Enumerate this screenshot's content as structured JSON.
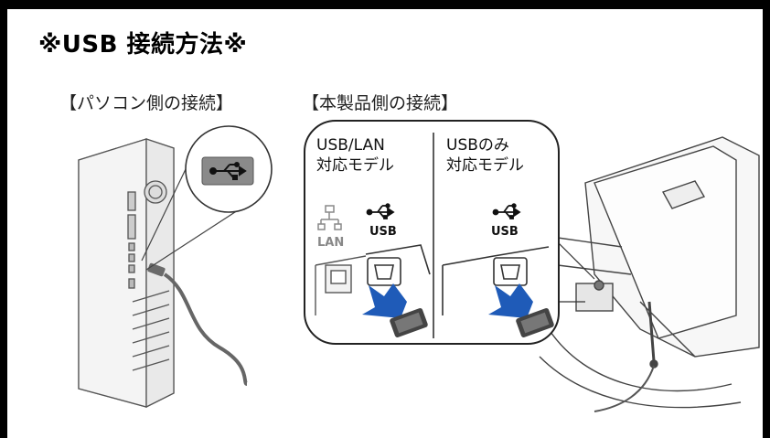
{
  "title": "※USB 接続方法※",
  "pc_side_label": "【パソコン側の接続】",
  "product_side_label": "【本製品側の接続】",
  "panels": {
    "usb_lan": {
      "line1": "USB/LAN",
      "line2": "対応モデル",
      "lan_text": "LAN",
      "usb_text": "USB"
    },
    "usb_only": {
      "line1": "USBのみ",
      "line2": "対応モデル",
      "usb_text": "USB"
    }
  }
}
